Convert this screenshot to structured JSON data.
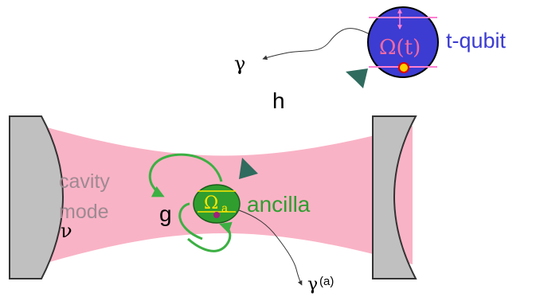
{
  "labels": {
    "qubit_label": "t-qubit",
    "qubit_rabi": "Ω(t)",
    "gamma_top": "γ",
    "coupling_h": "h",
    "cavity_line1": "cavity",
    "cavity_line2": "mode",
    "cavity_freq": "ν",
    "coupling_g": "g",
    "ancilla_rabi_symbol": "Ω",
    "ancilla_rabi_sub": "a",
    "ancilla_label": "ancilla",
    "gamma_bottom": "γ",
    "gamma_bottom_sup": "(a)"
  },
  "colors": {
    "mirror_fill": "#c0c0c0",
    "mirror_stroke": "#333333",
    "beam_fill": "#f9b3c6",
    "cavity_text": "#9e8a92",
    "qubit_fill": "#3c3cd2",
    "qubit_label": "#3c3cd2",
    "qubit_text": "#f06aa5",
    "qubit_levels": "#ff7fd0",
    "qubit_dot_fill": "#ffd100",
    "qubit_dot_stroke": "#e00000",
    "ancilla_fill": "#2f9e2f",
    "ancilla_text": "#ffe600",
    "ancilla_label": "#2f9e2f",
    "ancilla_dot": "#a0207a",
    "coupling_arrow": "#2f6b5e",
    "loop_arrow": "#3cb043",
    "decay_line": "#333333"
  }
}
